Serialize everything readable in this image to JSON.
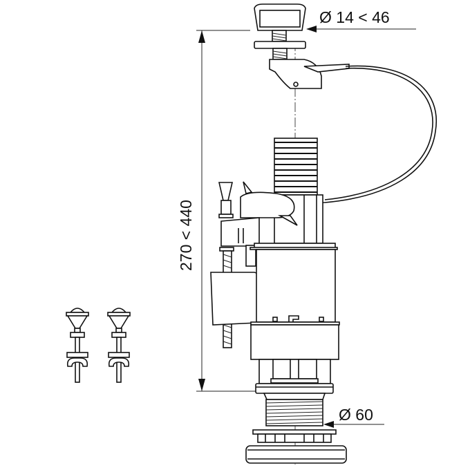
{
  "dimensions": {
    "button_diameter": "Ø 14 < 46",
    "height_range": "270 < 440",
    "outlet_diameter": "Ø 60"
  },
  "colors": {
    "line": "#111111",
    "background": "#ffffff"
  }
}
